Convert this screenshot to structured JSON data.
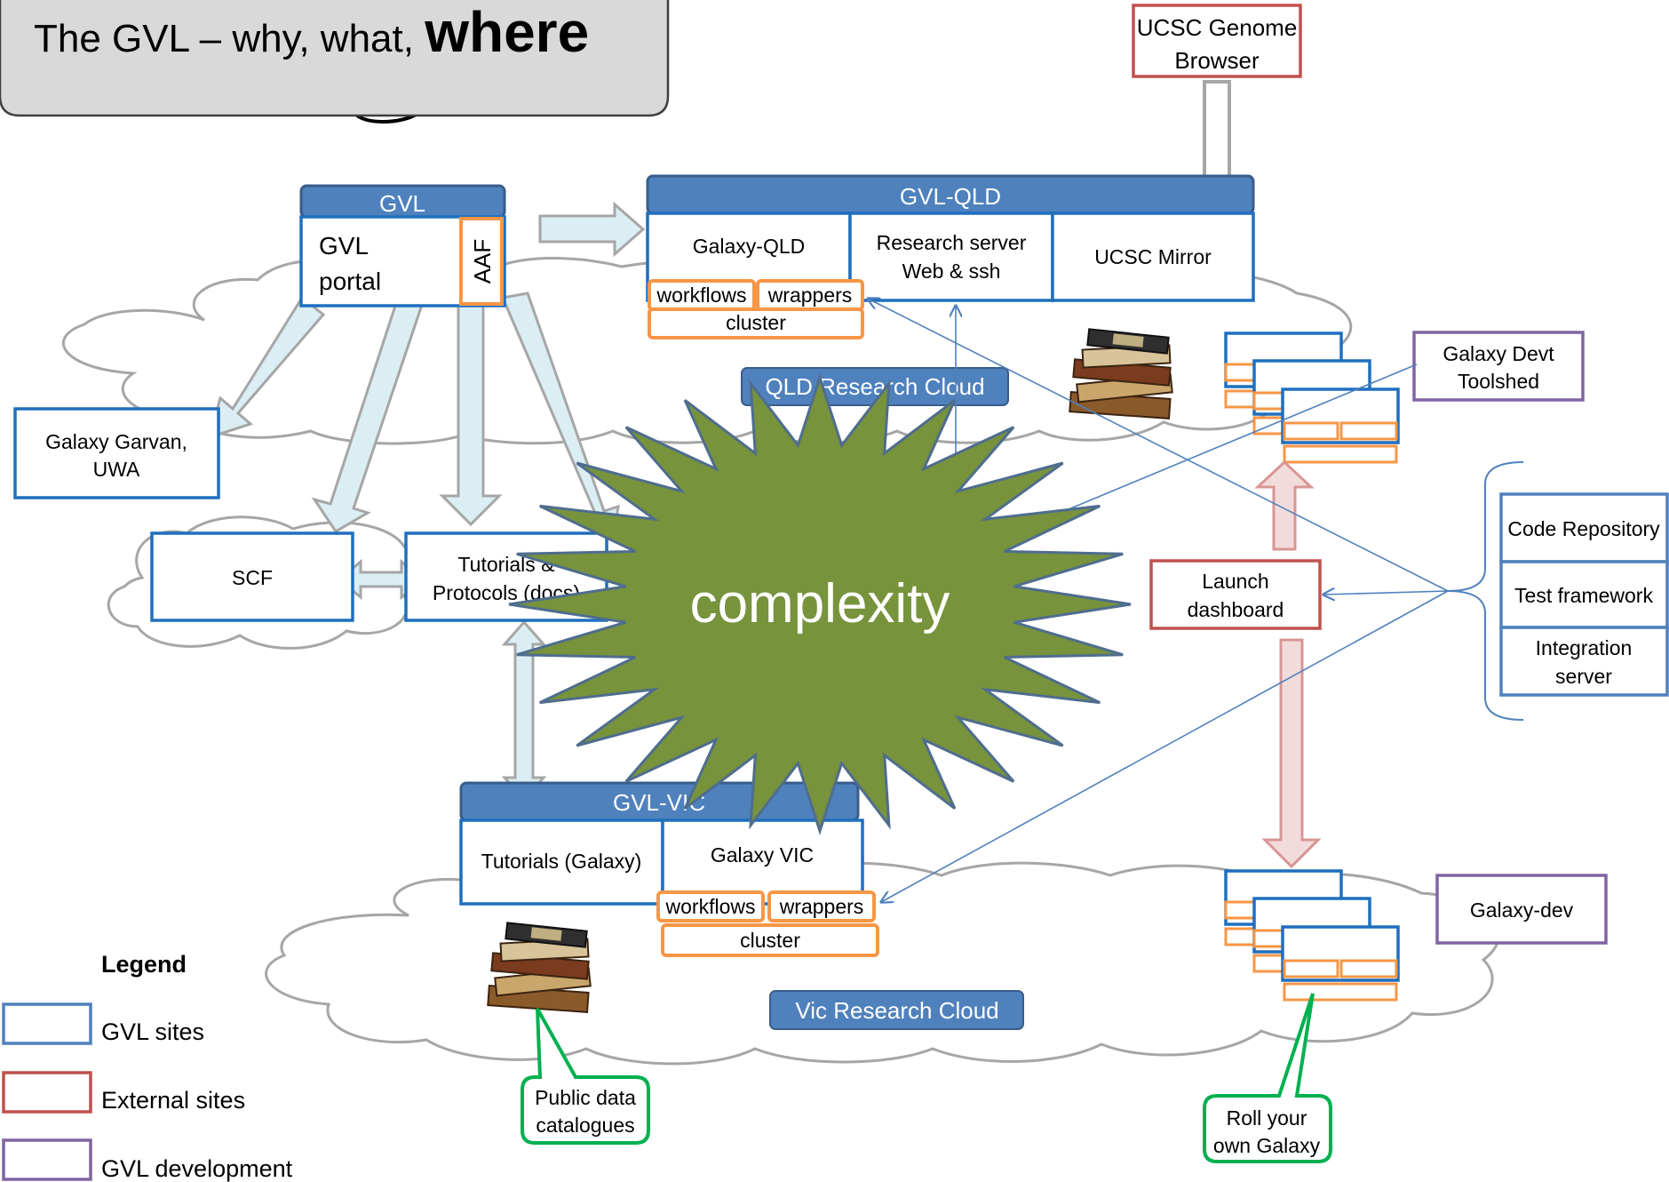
{
  "title": {
    "prefix": "The GVL – why, what, ",
    "emphasis": "where"
  },
  "ucsc_browser": [
    "UCSC Genome",
    "Browser"
  ],
  "gvl": {
    "header": "GVL",
    "portal": [
      "GVL",
      "portal"
    ],
    "aaf": "AAF"
  },
  "gvl_qld": {
    "header": "GVL-QLD",
    "galaxy": "Galaxy-QLD",
    "research": [
      "Research server",
      "Web & ssh"
    ],
    "ucsc_mirror": "UCSC Mirror",
    "workflows": "workflows",
    "wrappers": "wrappers",
    "cluster": "cluster"
  },
  "qld_cloud_label": "QLD Research Cloud",
  "galaxy_garvan": [
    "Galaxy Garvan,",
    "UWA"
  ],
  "scf": "SCF",
  "tutorials": [
    "Tutorials &",
    "Protocols (docs)"
  ],
  "complexity": "complexity",
  "galaxy_devt_toolshed": [
    "Galaxy Devt",
    "Toolshed"
  ],
  "dev_tools": [
    "Code Repository",
    "Test framework",
    [
      "Integration",
      "server"
    ]
  ],
  "launch_dashboard": [
    "Launch",
    "dashboard"
  ],
  "gvl_vic": {
    "header": "GVL-VIC",
    "tutorials_galaxy": "Tutorials (Galaxy)",
    "galaxy_vic": "Galaxy VIC",
    "workflows": "workflows",
    "wrappers": "wrappers",
    "cluster": "cluster"
  },
  "vic_cloud_label": "Vic Research Cloud",
  "galaxy_dev": "Galaxy-dev",
  "public_data": [
    "Public data",
    "catalogues"
  ],
  "roll_your_own": [
    "Roll your",
    "own Galaxy"
  ],
  "legend": {
    "title": "Legend",
    "items": [
      "GVL sites",
      "External sites",
      "GVL development"
    ]
  },
  "colors": {
    "gvl_blue": "#1f6fbf",
    "header_blue": "#4f81bd",
    "orange": "#f79646",
    "external_red": "#c0504d",
    "purple": "#8064a2",
    "green": "#00b050",
    "burst": "#77933c"
  }
}
